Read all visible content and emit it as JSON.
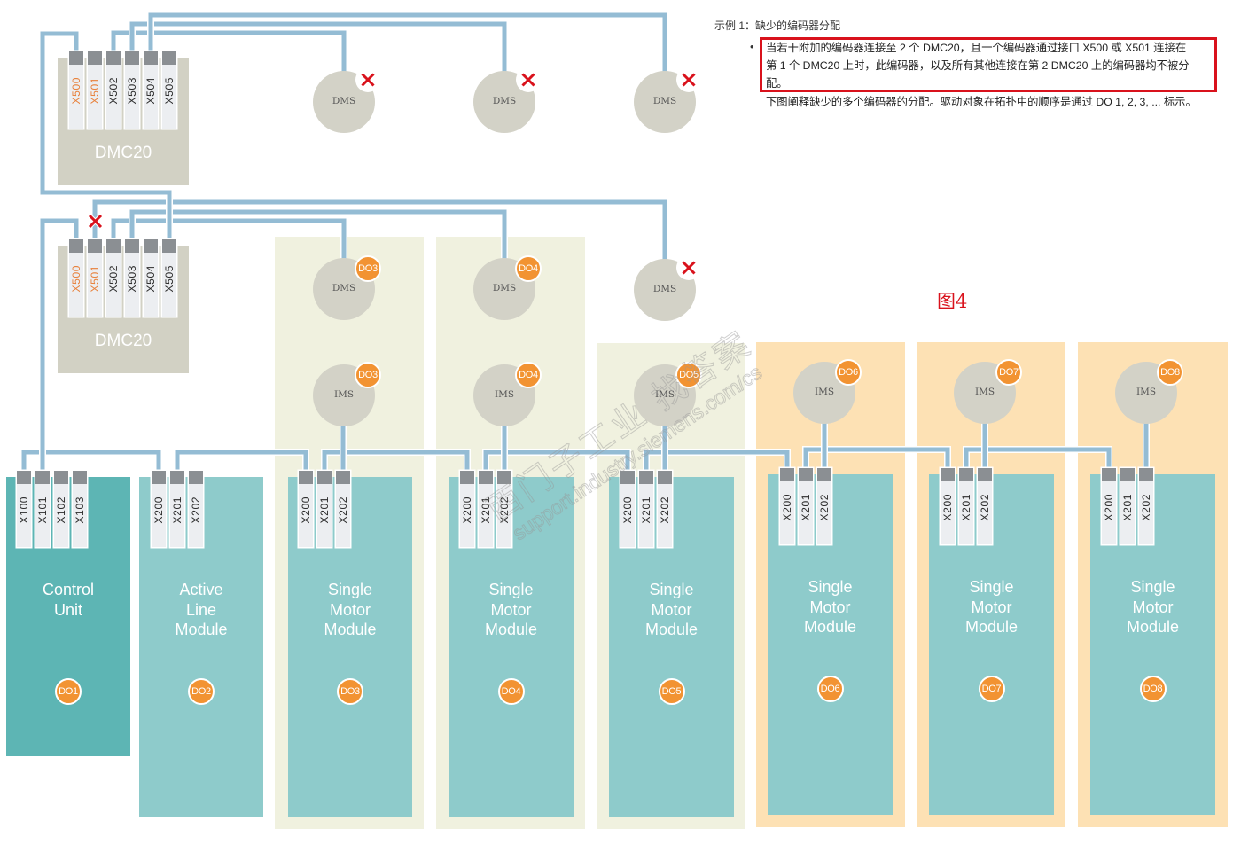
{
  "note": {
    "heading": "示例 1：缺少的编码器分配",
    "bullet": "•",
    "highlighted_lines": [
      "当若干附加的编码器连接至 2 个 DMC20，且一个编码器通过接口 X500 或 X501 连接在",
      "第 1 个 DMC20 上时，此编码器，以及所有其他连接在第 2 DMC20 上的编码器均不被分",
      "配。"
    ],
    "followup": "下图阐释缺少的多个编码器的分配。驱动对象在拓扑中的顺序是通过 DO 1, 2, 3, ... 标示。"
  },
  "figure_label": "图4",
  "hubs": [
    {
      "label": "DMC20",
      "ports": [
        {
          "name": "X500",
          "highlight": true
        },
        {
          "name": "X501",
          "highlight": true
        },
        {
          "name": "X502",
          "highlight": false
        },
        {
          "name": "X503",
          "highlight": false
        },
        {
          "name": "X504",
          "highlight": false
        },
        {
          "name": "X505",
          "highlight": false
        }
      ]
    },
    {
      "label": "DMC20",
      "ports": [
        {
          "name": "X500",
          "highlight": true
        },
        {
          "name": "X501",
          "highlight": true
        },
        {
          "name": "X502",
          "highlight": false
        },
        {
          "name": "X503",
          "highlight": false
        },
        {
          "name": "X504",
          "highlight": false
        },
        {
          "name": "X505",
          "highlight": false
        }
      ]
    }
  ],
  "encoders": {
    "top_row": [
      {
        "type": "DMS",
        "assigned": false,
        "icon": "red-x-icon"
      },
      {
        "type": "DMS",
        "assigned": false,
        "icon": "red-x-icon"
      },
      {
        "type": "DMS",
        "assigned": false,
        "icon": "red-x-icon"
      }
    ],
    "middle_row": [
      {
        "type": "DMS",
        "assigned": true,
        "badge": "DO3"
      },
      {
        "type": "DMS",
        "assigned": true,
        "badge": "DO4"
      },
      {
        "type": "DMS",
        "assigned": false,
        "icon": "red-x-icon"
      }
    ],
    "ims_row": [
      {
        "type": "IMS",
        "badge": "DO3"
      },
      {
        "type": "IMS",
        "badge": "DO4"
      },
      {
        "type": "IMS",
        "badge": "DO5"
      },
      {
        "type": "IMS",
        "badge": "DO6"
      },
      {
        "type": "IMS",
        "badge": "DO7"
      },
      {
        "type": "IMS",
        "badge": "DO8"
      }
    ]
  },
  "broken_link_icon": "red-x-icon",
  "modules": [
    {
      "name_lines": [
        "Control",
        "Unit"
      ],
      "badge": "DO1",
      "ports": [
        "X100",
        "X101",
        "X102",
        "X103"
      ]
    },
    {
      "name_lines": [
        "Active",
        "Line",
        "Module"
      ],
      "badge": "DO2",
      "ports": [
        "X200",
        "X201",
        "X202"
      ]
    },
    {
      "name_lines": [
        "Single",
        "Motor",
        "Module"
      ],
      "badge": "DO3",
      "ports": [
        "X200",
        "X201",
        "X202"
      ]
    },
    {
      "name_lines": [
        "Single",
        "Motor",
        "Module"
      ],
      "badge": "DO4",
      "ports": [
        "X200",
        "X201",
        "X202"
      ]
    },
    {
      "name_lines": [
        "Single",
        "Motor",
        "Module"
      ],
      "badge": "DO5",
      "ports": [
        "X200",
        "X201",
        "X202"
      ]
    },
    {
      "name_lines": [
        "Single",
        "Motor",
        "Module"
      ],
      "badge": "DO6",
      "ports": [
        "X200",
        "X201",
        "X202"
      ]
    },
    {
      "name_lines": [
        "Single",
        "Motor",
        "Module"
      ],
      "badge": "DO7",
      "ports": [
        "X200",
        "X201",
        "X202"
      ]
    },
    {
      "name_lines": [
        "Single",
        "Motor",
        "Module"
      ],
      "badge": "DO8",
      "ports": [
        "X200",
        "X201",
        "X202"
      ]
    }
  ],
  "watermark": {
    "line1": "西门子工业 找答案",
    "line2": "support.industry.siemens.com/cs"
  },
  "colors": {
    "wire": "#94bcd4",
    "beige": "#f0f1df",
    "orange-zone": "#fde1b4",
    "cu": "#5db5b4",
    "module": "#8ecbcb",
    "hub": "#d2d1c4",
    "cap": "#8b8f93",
    "pbody": "#eceef1",
    "enc": "#d3d2c7",
    "badge": "#f29332",
    "red": "#d9121c",
    "hl": "#e8803a"
  }
}
